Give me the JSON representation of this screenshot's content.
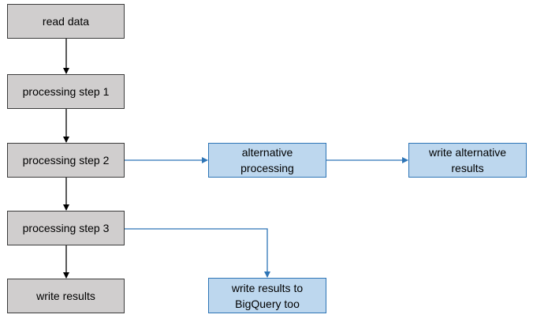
{
  "nodes": {
    "read_data": "read data",
    "step1": "processing step 1",
    "step2": "processing step 2",
    "step3": "processing step 3",
    "write_results": "write results",
    "alt_processing": "alternative\nprocessing",
    "write_alt_results": "write alternative\nresults",
    "write_bigquery": "write results to\nBigQuery too"
  },
  "colors": {
    "gray_fill": "#d0cece",
    "gray_border": "#3b3b3b",
    "blue_fill": "#bdd7ee",
    "blue_border": "#2e75b6",
    "black_arrow": "#000000",
    "blue_arrow": "#2e75b6"
  }
}
